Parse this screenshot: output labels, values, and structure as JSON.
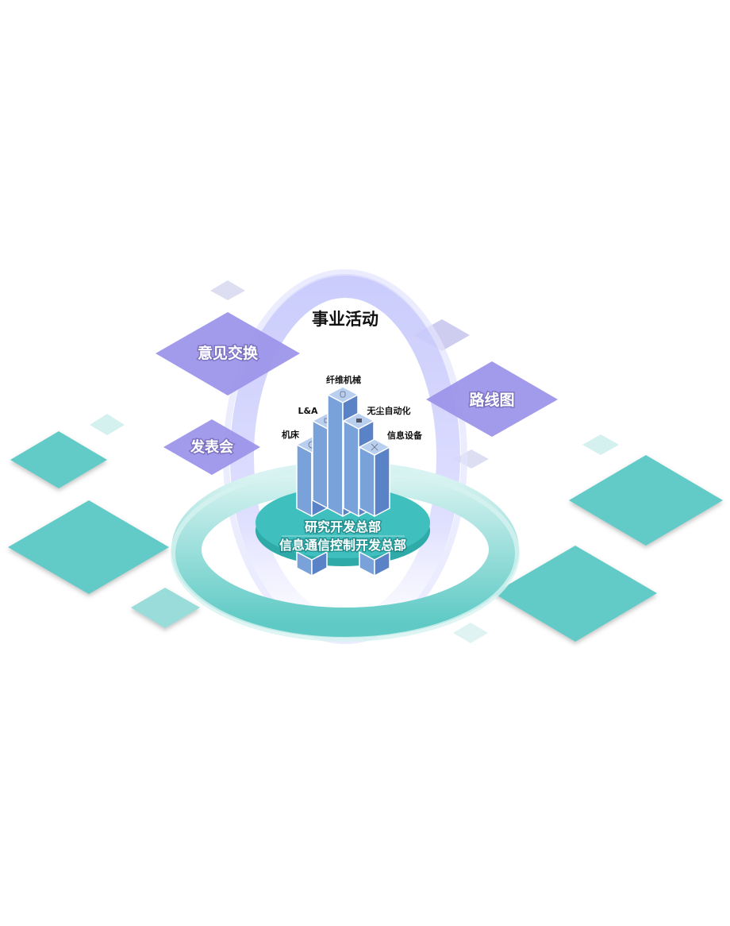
{
  "center": {
    "title": "事业活动",
    "hq_line1": "研究开发总部",
    "hq_line2": "信息通信控制开发总部"
  },
  "activities": [
    "意见交换",
    "路线图",
    "发表会"
  ],
  "buildings": [
    {
      "label": "机床",
      "icon": "gear-icon"
    },
    {
      "label": "L&A",
      "icon": "machine-icon"
    },
    {
      "label": "纤维机械",
      "icon": "spool-icon"
    },
    {
      "label": "无尘自动化",
      "icon": "robot-icon"
    },
    {
      "label": "信息设备",
      "icon": "network-icon"
    }
  ],
  "colors": {
    "teal": "#63cbc7",
    "purple": "#9d95e9",
    "building": "#6f97d4",
    "disk": "#3fbfbd"
  }
}
